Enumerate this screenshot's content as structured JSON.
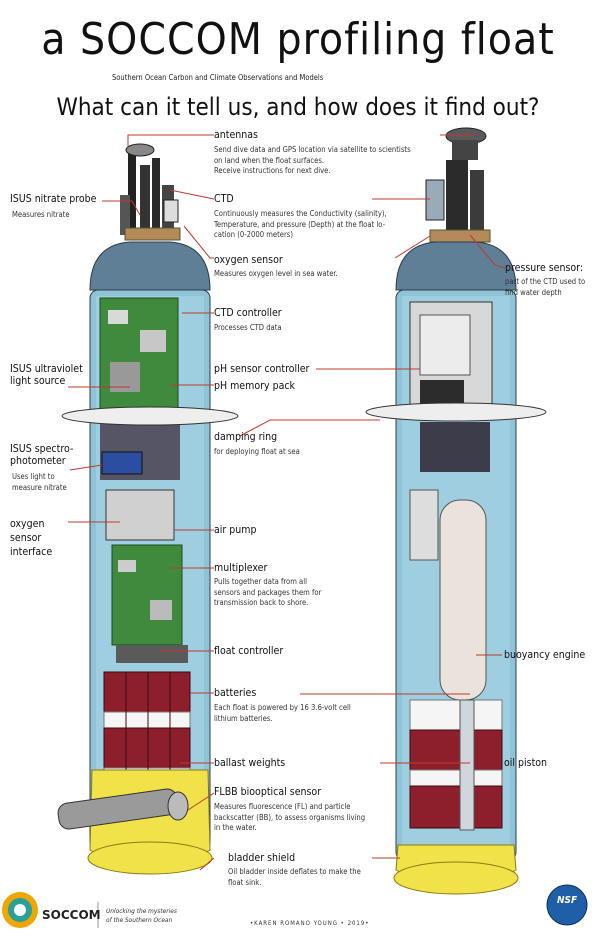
{
  "title": "a SOCCOM profiling float",
  "subtitle": "Southern Ocean Carbon and Climate Observations and Models",
  "question": "What can it tell us, and how does it find out?",
  "labels": {
    "antennas": "antennas",
    "antennas_desc": [
      "Send dive data and GPS location via satellite to scientists",
      "on land when the float surfaces.",
      "Receive instructions for next dive."
    ],
    "isus_nitrate": "ISUS nitrate probe",
    "isus_nitrate_desc": "Measures nitrate",
    "ctd": "CTD",
    "ctd_desc": [
      "Continuously measures the Conductivity (salinity),",
      "Temperature, and pressure (Depth) at the float lo-",
      "cation (0-2000 meters)"
    ],
    "oxygen_sensor": "oxygen sensor",
    "oxygen_sensor_desc": "Measures oxygen level in sea water.",
    "pressure_sensor": "pressure sensor:",
    "pressure_sensor_desc": [
      "part of the CTD used to",
      "find water depth"
    ],
    "ctd_controller": "CTD controller",
    "ctd_controller_desc": "Processes CTD data",
    "isus_uv": [
      "ISUS ultraviolet",
      "light source"
    ],
    "ph_controller": "pH sensor controller",
    "ph_memory": "pH memory pack",
    "isus_spectro": [
      "ISUS spectro-",
      "photometer"
    ],
    "isus_spectro_desc": [
      "Uses light to",
      "measure nitrate"
    ],
    "damping_ring": "damping ring",
    "damping_ring_desc": "for deploying float at sea",
    "oxygen_interface": [
      "oxygen",
      "sensor",
      "interface"
    ],
    "air_pump": "air pump",
    "multiplexer": "multiplexer",
    "multiplexer_desc": [
      "Pulls together data from all",
      "sensors and packages them for",
      "transmission back to shore."
    ],
    "float_controller": "float controller",
    "buoyancy_engine": "buoyancy engine",
    "batteries": "batteries",
    "batteries_desc": [
      "Each float is powered by 16 3.6-volt cell",
      "lithium batteries."
    ],
    "ballast": "ballast weights",
    "oil_piston": "oil piston",
    "flbb": "FLBB biooptical sensor",
    "flbb_desc": [
      "Measures fluorescence (FL) and particle",
      "backscatter (BB), to assess organisms living",
      "in the water."
    ],
    "bladder": "bladder shield",
    "bladder_desc": [
      "Oil bladder inside deflates to make the",
      "float sink."
    ]
  },
  "footer": {
    "soccom": "SOCCOM",
    "tagline": [
      "Unlocking the mysteries",
      "of the Southern Ocean"
    ],
    "credit": "•KAREN ROMANO YOUNG • 2019•",
    "nsf": "NSF"
  },
  "colors": {
    "leader": "#c0392b",
    "tube": "#8fc4d6",
    "tube_dark": "#4d8fa8",
    "cap": "#5e7f96",
    "yellow": "#f1e24a",
    "battery": "#8c1f2b",
    "board": "#3f8a3c"
  }
}
